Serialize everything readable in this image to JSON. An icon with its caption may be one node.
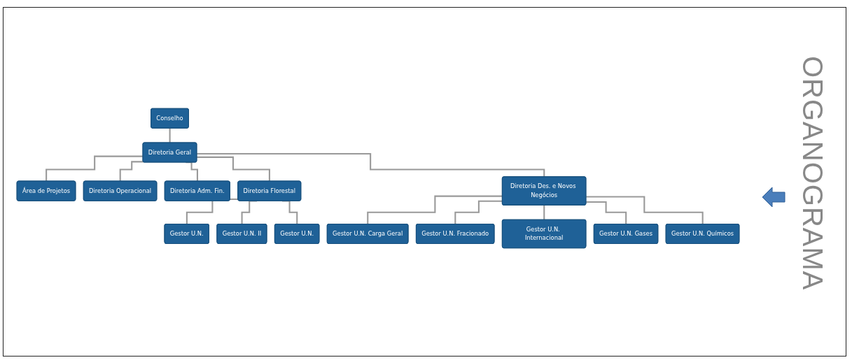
{
  "diagram": {
    "nodes": [
      {
        "text": [
          "Conselho"
        ]
      },
      {
        "text": [
          "Diretoria Geral"
        ]
      },
      {
        "text": [
          "Área de Projetos"
        ]
      },
      {
        "text": [
          "Diretoria Operacional"
        ]
      },
      {
        "text": [
          "Diretoria Adm. Fin."
        ]
      },
      {
        "text": [
          "Diretoria Florestal"
        ]
      },
      {
        "text": [
          "Diretoria Des. e Novos Negócios"
        ]
      },
      {
        "text": [
          "Gestor U.N."
        ]
      },
      {
        "text": [
          "Gestor U.N. II"
        ]
      },
      {
        "text": [
          "Gestor U.N."
        ]
      },
      {
        "text": [
          "Gestor U.N. Carga Geral"
        ]
      },
      {
        "text": [
          "Gestor U.N. Fracionado"
        ]
      },
      {
        "text": [
          "Gestor U.N. Internacional"
        ]
      },
      {
        "text": [
          "Gestor U.N. Gases"
        ]
      },
      {
        "text": [
          "Gestor U.N. Químicos"
        ]
      }
    ],
    "edges": [
      {
        "from": 0,
        "to": 1,
        "arrow": "none"
      },
      {
        "from": 1,
        "to": 2,
        "arrow": "none"
      },
      {
        "from": 1,
        "to": 3,
        "arrow": "none"
      },
      {
        "from": 1,
        "to": 4,
        "arrow": "none"
      },
      {
        "from": 1,
        "to": 5,
        "arrow": "none"
      },
      {
        "from": 1,
        "to": 6,
        "arrow": "none"
      },
      {
        "from": 5,
        "to": 7,
        "arrow": "none"
      },
      {
        "from": 5,
        "to": 8,
        "arrow": "none"
      },
      {
        "from": 5,
        "to": 9,
        "arrow": "none"
      },
      {
        "from": 6,
        "to": 10,
        "arrow": "none"
      },
      {
        "from": 6,
        "to": 11,
        "arrow": "none"
      },
      {
        "from": 6,
        "to": 12,
        "arrow": "none"
      },
      {
        "from": 6,
        "to": 13,
        "arrow": "none"
      },
      {
        "from": 6,
        "to": 14,
        "arrow": "none"
      }
    ],
    "labels": [
      "ORGANOGRAMA"
    ]
  }
}
